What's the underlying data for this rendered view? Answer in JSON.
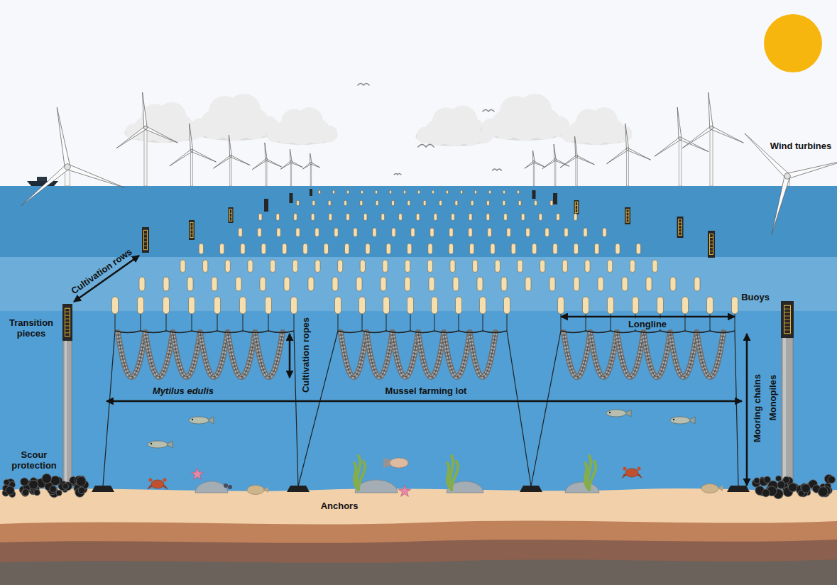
{
  "diagram": {
    "labels": [
      "Wind turbines",
      "Cultivation rows",
      "Transition pieces",
      "Buoys",
      "Longline",
      "Cultivation ropes",
      "Mooring chains",
      "Monopiles",
      "Mytilus edulis",
      "Mussel farming lot",
      "Scour protection",
      "Anchors"
    ]
  }
}
